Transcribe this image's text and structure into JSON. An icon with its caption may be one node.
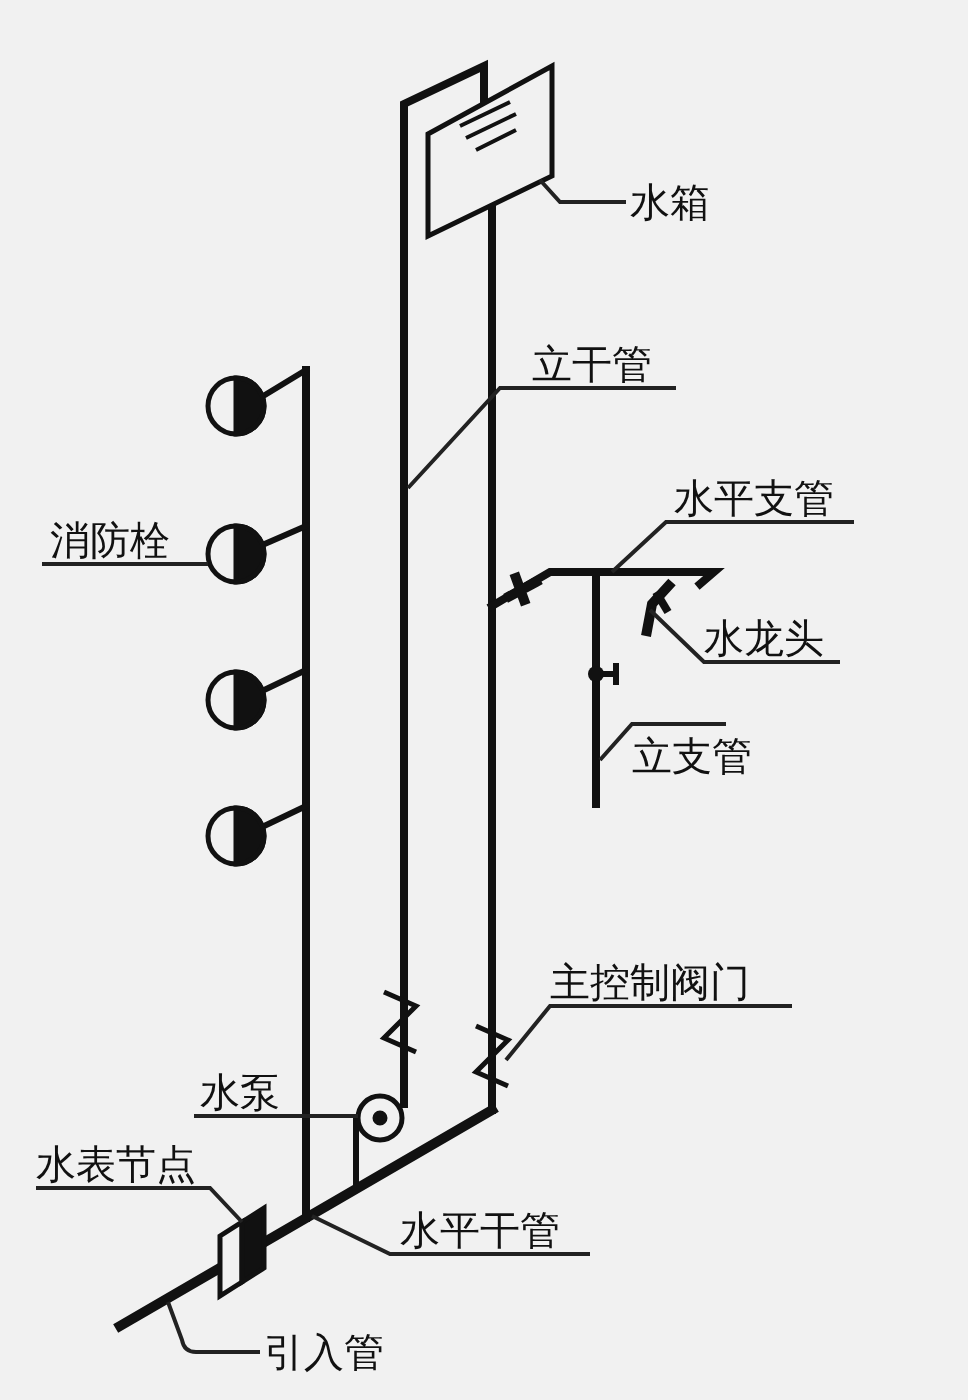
{
  "diagram": {
    "nodes": [
      {
        "text": [
          "水箱"
        ]
      },
      {
        "text": [],
        "shape": "box"
      },
      {
        "text": [
          "立干管"
        ]
      },
      {
        "text": [
          "水平支管"
        ]
      },
      {
        "text": [
          "水龙头"
        ]
      },
      {
        "text": [],
        "shape": "faucet"
      },
      {
        "text": [
          "消防栓"
        ]
      },
      {
        "text": [],
        "shape": "circle"
      },
      {
        "text": [],
        "shape": "circle"
      },
      {
        "text": [],
        "shape": "circle"
      },
      {
        "text": [],
        "shape": "circle"
      },
      {
        "text": [
          "立支管"
        ]
      },
      {
        "text": [
          "主控制阀门"
        ]
      },
      {
        "text": [],
        "shape": "valve"
      },
      {
        "text": [],
        "shape": "valve"
      },
      {
        "text": [
          "水泵"
        ]
      },
      {
        "text": [],
        "shape": "circle"
      },
      {
        "text": [
          "水表节点"
        ]
      },
      {
        "text": [],
        "shape": "box"
      },
      {
        "text": [
          "水平干管"
        ]
      },
      {
        "text": [
          "引入管"
        ]
      }
    ],
    "edges": [
      {
        "from": 0,
        "to": 1,
        "arrow": "none"
      },
      {
        "from": 2,
        "to": null,
        "arrow": "none"
      },
      {
        "from": 3,
        "to": null,
        "arrow": "none"
      },
      {
        "from": 4,
        "to": 5,
        "arrow": "none"
      },
      {
        "from": 6,
        "to": 8,
        "arrow": "none"
      },
      {
        "from": 11,
        "to": null,
        "arrow": "none"
      },
      {
        "from": 12,
        "to": 14,
        "arrow": "none"
      },
      {
        "from": 15,
        "to": 16,
        "arrow": "none"
      },
      {
        "from": 17,
        "to": 18,
        "arrow": "none"
      },
      {
        "from": 19,
        "to": null,
        "arrow": "none"
      },
      {
        "from": 20,
        "to": null,
        "arrow": "none"
      }
    ]
  }
}
